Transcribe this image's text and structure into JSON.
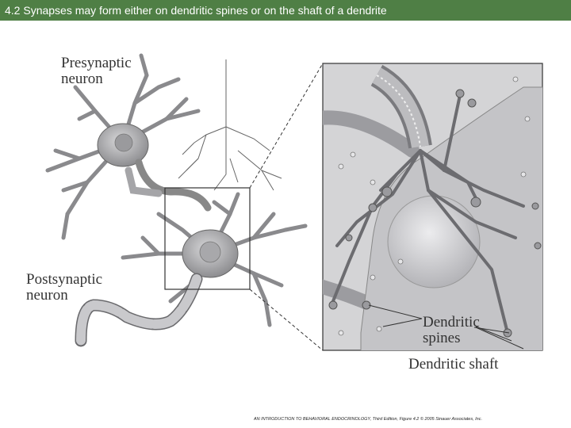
{
  "slide": {
    "title": "4.2 Synapses may form either on dendritic spines or on the shaft of a dendrite"
  },
  "figure": {
    "labels": {
      "presynaptic": [
        "Presynaptic",
        "neuron"
      ],
      "postsynaptic": [
        "Postsynaptic",
        "neuron"
      ],
      "spines": [
        "Dendritic",
        "spines"
      ],
      "shaft": "Dendritic shaft"
    },
    "credit": "AN INTRODUCTION TO BEHAVIORAL ENDOCRINOLOGY, Third Edition, Figure 4.2 © 2005 Sinauer Associates, Inc."
  },
  "colors": {
    "title_bar": "#4f7f45",
    "neuron_fill": "#a9a9ab",
    "line": "#444444"
  }
}
